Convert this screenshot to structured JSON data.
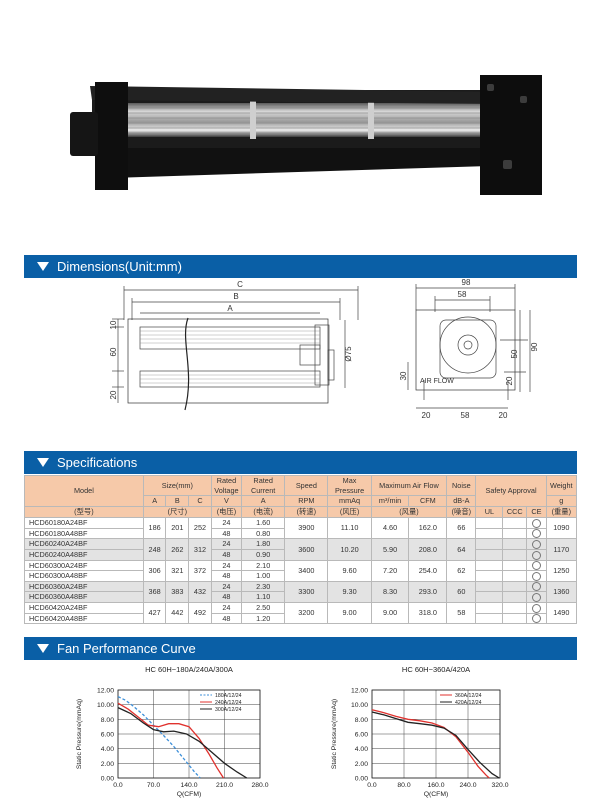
{
  "sections": {
    "dimensions": "Dimensions(Unit:mm)",
    "specifications": "Specifications",
    "fan_curve": "Fan Performance Curve"
  },
  "dimensions": {
    "side": {
      "c": "C",
      "b": "B",
      "a": "A",
      "h10": "10",
      "h60": "60",
      "h20": "20",
      "phi75": "Ø75"
    },
    "end": {
      "w98": "98",
      "w58": "58",
      "h90": "90",
      "h50": "50",
      "h20": "20",
      "h30": "30",
      "airflow": "AIR FLOW",
      "b20a": "20",
      "b58": "58",
      "b20b": "20"
    }
  },
  "table": {
    "h_model": "Model",
    "h_size": "Size(mm)",
    "h_rated_voltage": "Rated Voltage",
    "h_rated_current": "Rated Current",
    "h_speed": "Speed",
    "h_max_pressure": "Max Pressure",
    "h_max_airflow": "Maximum Air Flow",
    "h_noise": "Noise",
    "h_safety": "Safety Approval",
    "h_weight": "Weight",
    "u_a": "A",
    "u_b": "B",
    "u_c": "C",
    "u_v": "V",
    "u_amp": "A",
    "u_rpm": "RPM",
    "u_mmaq": "mmAq",
    "u_m3": "m³/min",
    "u_cfm": "CFM",
    "u_dba": "dB-A",
    "u_ul": "UL",
    "u_ccc": "CCC",
    "u_ce": "CE",
    "u_g": "g",
    "c_model": "(型号)",
    "c_size": "(尺寸)",
    "c_volt": "(电压)",
    "c_curr": "(电流)",
    "c_speed": "(转速)",
    "c_press": "(风压)",
    "c_flow": "(风量)",
    "c_noise": "(噪音)",
    "c_weight": "(重量)",
    "groups": [
      {
        "a": "186",
        "b": "201",
        "c": "252",
        "rpm": "3900",
        "press": "11.10",
        "m3": "4.60",
        "cfm": "162.0",
        "noise": "66",
        "weight": "1090",
        "rows": [
          {
            "model": "HCD60180A24BF",
            "v": "24",
            "amp": "1.60"
          },
          {
            "model": "HCD60180A48BF",
            "v": "48",
            "amp": "0.80"
          }
        ]
      },
      {
        "a": "248",
        "b": "262",
        "c": "312",
        "rpm": "3600",
        "press": "10.20",
        "m3": "5.90",
        "cfm": "208.0",
        "noise": "64",
        "weight": "1170",
        "rows": [
          {
            "model": "HCD60240A24BF",
            "v": "24",
            "amp": "1.80"
          },
          {
            "model": "HCD60240A48BF",
            "v": "48",
            "amp": "0.90"
          }
        ]
      },
      {
        "a": "306",
        "b": "321",
        "c": "372",
        "rpm": "3400",
        "press": "9.60",
        "m3": "7.20",
        "cfm": "254.0",
        "noise": "62",
        "weight": "1250",
        "rows": [
          {
            "model": "HCD60300A24BF",
            "v": "24",
            "amp": "2.10"
          },
          {
            "model": "HCD60300A48BF",
            "v": "48",
            "amp": "1.00"
          }
        ]
      },
      {
        "a": "368",
        "b": "383",
        "c": "432",
        "rpm": "3300",
        "press": "9.30",
        "m3": "8.30",
        "cfm": "293.0",
        "noise": "60",
        "weight": "1360",
        "rows": [
          {
            "model": "HCD60360A24BF",
            "v": "24",
            "amp": "2.30"
          },
          {
            "model": "HCD60360A48BF",
            "v": "48",
            "amp": "1.10"
          }
        ]
      },
      {
        "a": "427",
        "b": "442",
        "c": "492",
        "rpm": "3200",
        "press": "9.00",
        "m3": "9.00",
        "cfm": "318.0",
        "noise": "58",
        "weight": "1490",
        "rows": [
          {
            "model": "HCD60420A24BF",
            "v": "24",
            "amp": "2.50"
          },
          {
            "model": "HCD60420A48BF",
            "v": "48",
            "amp": "1.20"
          }
        ]
      }
    ]
  },
  "chart_data": [
    {
      "type": "line",
      "title": "HC 60H−180A/240A/300A",
      "xlabel": "Q(CFM)",
      "ylabel": "Static Pressure(mmAq)",
      "xlim": [
        0,
        280
      ],
      "ylim": [
        0,
        12
      ],
      "xticks": [
        "0.0",
        "70.0",
        "140.0",
        "210.0",
        "280.0"
      ],
      "yticks": [
        "0.00",
        "2.00",
        "4.00",
        "6.00",
        "8.00",
        "10.00",
        "12.00"
      ],
      "grid": true,
      "legend": "top-right",
      "series": [
        {
          "name": "180A/12/24",
          "color": "#3c8fd9",
          "dash": true,
          "x": [
            0,
            15,
            30,
            50,
            70,
            90,
            110,
            130,
            150,
            162
          ],
          "y": [
            11.1,
            10.6,
            9.8,
            8.6,
            7.2,
            5.8,
            4.3,
            2.6,
            0.9,
            0
          ]
        },
        {
          "name": "240A/12/24",
          "color": "#e0322e",
          "dash": false,
          "x": [
            0,
            20,
            40,
            60,
            80,
            100,
            120,
            140,
            160,
            180,
            195,
            208
          ],
          "y": [
            10.2,
            9.4,
            8.3,
            7.2,
            7.0,
            7.4,
            7.4,
            7.0,
            5.4,
            3.2,
            1.4,
            0
          ]
        },
        {
          "name": "300A/12/24",
          "color": "#222222",
          "dash": false,
          "x": [
            0,
            25,
            50,
            70,
            90,
            110,
            135,
            160,
            185,
            210,
            235,
            254
          ],
          "y": [
            9.6,
            8.8,
            7.5,
            6.6,
            6.3,
            6.4,
            6.0,
            5.0,
            3.5,
            2.0,
            0.8,
            0
          ]
        }
      ]
    },
    {
      "type": "line",
      "title": "HC 60H−360A/420A",
      "xlabel": "Q(CFM)",
      "ylabel": "Static Pressure(mmAq)",
      "xlim": [
        0,
        320
      ],
      "ylim": [
        0,
        12
      ],
      "xticks": [
        "0.0",
        "80.0",
        "160.0",
        "240.0",
        "320.0"
      ],
      "yticks": [
        "0.00",
        "2.00",
        "4.00",
        "6.00",
        "8.00",
        "10.00",
        "12.00"
      ],
      "grid": true,
      "legend": "top-right",
      "series": [
        {
          "name": "360A/12/24",
          "color": "#e0322e",
          "dash": false,
          "x": [
            0,
            30,
            60,
            90,
            120,
            150,
            180,
            210,
            240,
            265,
            285,
            293
          ],
          "y": [
            9.3,
            8.9,
            8.4,
            8.0,
            7.8,
            7.5,
            6.9,
            5.6,
            3.5,
            1.6,
            0.4,
            0
          ]
        },
        {
          "name": "420A/12/24",
          "color": "#222222",
          "dash": false,
          "x": [
            0,
            30,
            60,
            90,
            120,
            150,
            180,
            210,
            240,
            270,
            300,
            318
          ],
          "y": [
            9.0,
            8.6,
            8.1,
            7.6,
            7.4,
            7.2,
            6.8,
            5.8,
            3.9,
            2.1,
            0.6,
            0
          ]
        }
      ]
    }
  ]
}
